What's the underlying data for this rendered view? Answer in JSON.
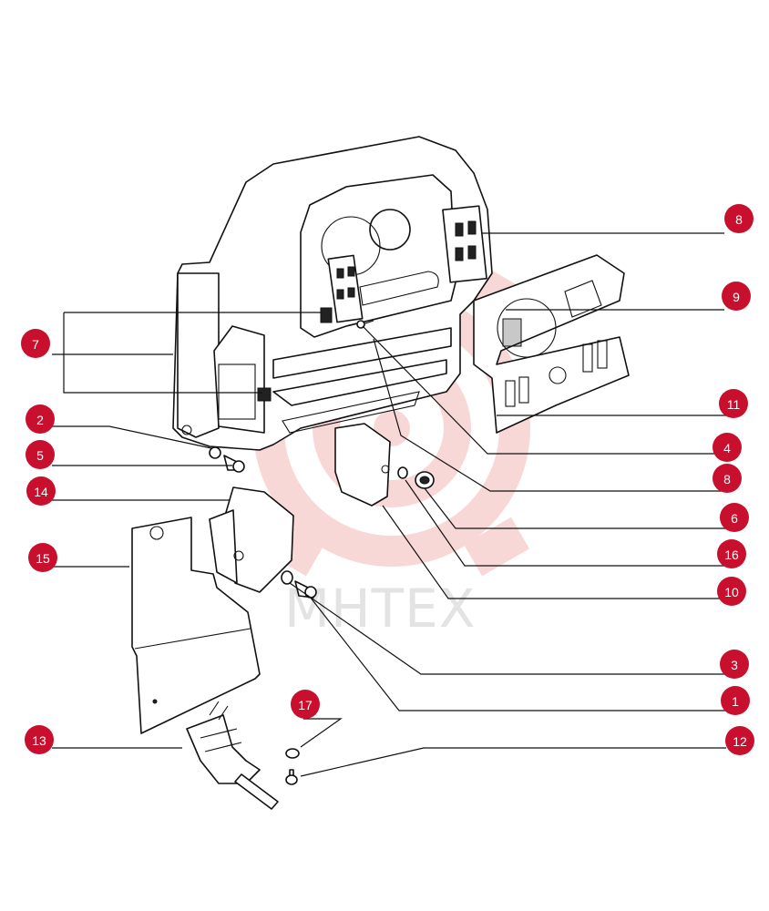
{
  "watermark": {
    "text": "МНТЕХ",
    "color": "#e3e3e3",
    "logo_color": "#f4b8b8"
  },
  "callout_style": {
    "badge_color": "#c8102e",
    "text_color": "#ffffff",
    "line_color": "#111111"
  },
  "callouts": [
    {
      "id": "8a",
      "label": "8"
    },
    {
      "id": "9",
      "label": "9"
    },
    {
      "id": "7",
      "label": "7"
    },
    {
      "id": "11",
      "label": "11"
    },
    {
      "id": "2",
      "label": "2"
    },
    {
      "id": "4",
      "label": "4"
    },
    {
      "id": "5",
      "label": "5"
    },
    {
      "id": "8b",
      "label": "8"
    },
    {
      "id": "14",
      "label": "14"
    },
    {
      "id": "6",
      "label": "6"
    },
    {
      "id": "15",
      "label": "15"
    },
    {
      "id": "16",
      "label": "16"
    },
    {
      "id": "10",
      "label": "10"
    },
    {
      "id": "3",
      "label": "3"
    },
    {
      "id": "17",
      "label": "17"
    },
    {
      "id": "1",
      "label": "1"
    },
    {
      "id": "13",
      "label": "13"
    },
    {
      "id": "12",
      "label": "12"
    }
  ]
}
